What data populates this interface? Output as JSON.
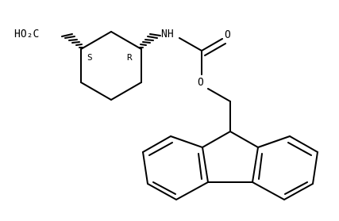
{
  "molecule": {
    "carboxyl_label": "HO₂C",
    "amine_label": "NH",
    "carbonyl_oxygen_label": "O",
    "ester_oxygen_label": "O",
    "stereo_s_label": "S",
    "stereo_r_label": "R"
  },
  "colors": {
    "bond": "#000000",
    "text": "#000000",
    "background": "#ffffff"
  }
}
